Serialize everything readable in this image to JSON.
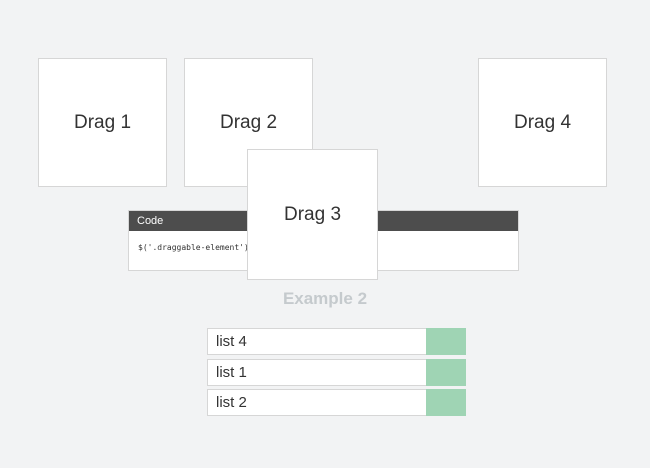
{
  "draggables": [
    {
      "label": "Drag 1"
    },
    {
      "label": "Drag 2"
    },
    {
      "label": "Drag 3"
    },
    {
      "label": "Drag 4"
    }
  ],
  "code": {
    "header": "Code",
    "snippet": "$('.draggable-element').ar"
  },
  "example_title": "Example 2",
  "list": {
    "items": [
      {
        "label": "list 4"
      },
      {
        "label": "list 1"
      },
      {
        "label": "list 2"
      }
    ],
    "handle_color": "#9fd4b4"
  },
  "colors": {
    "background": "#f2f3f4",
    "code_header": "#4d4d4d",
    "example_title": "#c5cacd"
  }
}
